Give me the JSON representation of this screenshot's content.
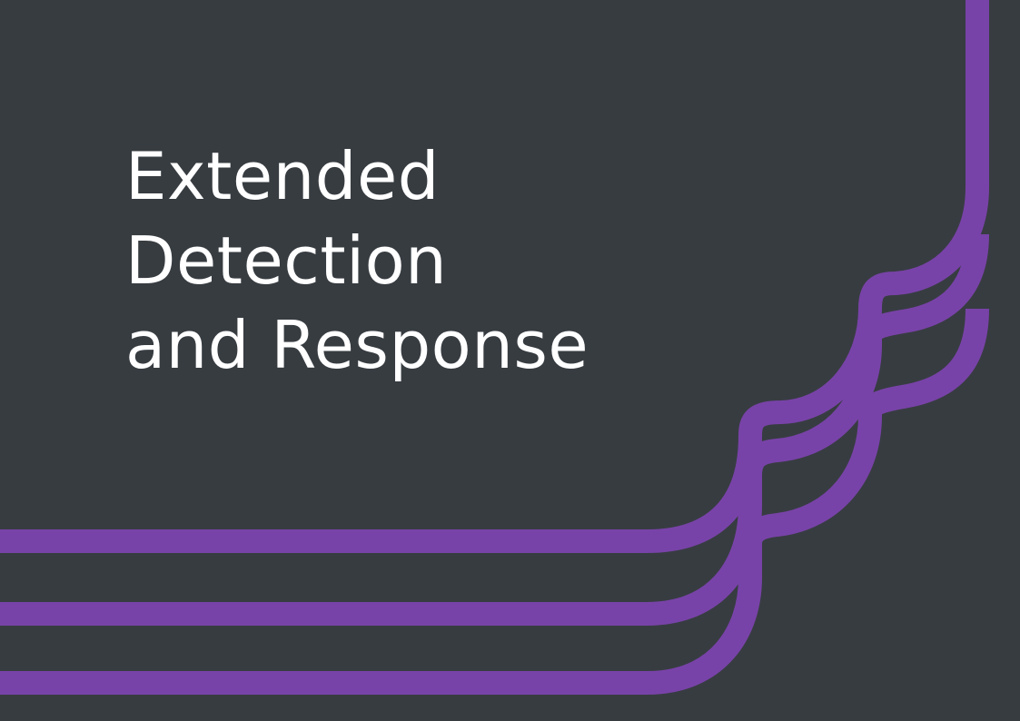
{
  "slide": {
    "title_lines": [
      "Extended",
      "Detection",
      "and Response"
    ],
    "background_color": "#373c41",
    "text_color": "#ffffff",
    "accent_color": "#7843a8"
  }
}
